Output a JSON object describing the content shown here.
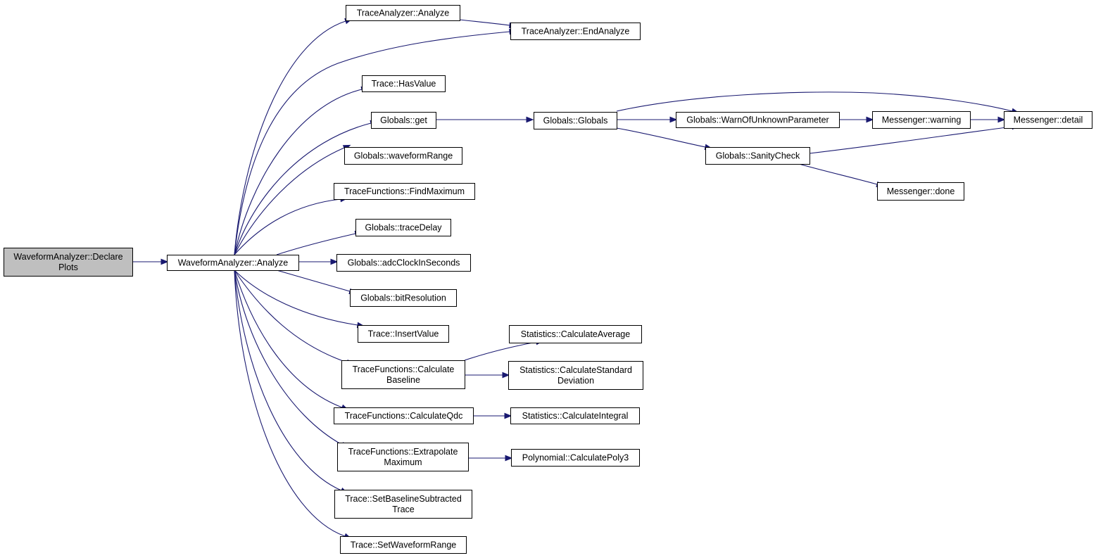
{
  "graph": {
    "nodes": [
      {
        "id": "n0",
        "lines": [
          "WaveformAnalyzer::Declare",
          "Plots"
        ],
        "root": true
      },
      {
        "id": "n1",
        "lines": [
          "WaveformAnalyzer::Analyze"
        ]
      },
      {
        "id": "n2",
        "lines": [
          "TraceAnalyzer::Analyze"
        ]
      },
      {
        "id": "n3",
        "lines": [
          "TraceAnalyzer::EndAnalyze"
        ]
      },
      {
        "id": "n4",
        "lines": [
          "Trace::HasValue"
        ]
      },
      {
        "id": "n5",
        "lines": [
          "Globals::get"
        ]
      },
      {
        "id": "n6",
        "lines": [
          "Globals::waveformRange"
        ]
      },
      {
        "id": "n7",
        "lines": [
          "TraceFunctions::FindMaximum"
        ]
      },
      {
        "id": "n8",
        "lines": [
          "Globals::traceDelay"
        ]
      },
      {
        "id": "n9",
        "lines": [
          "Globals::adcClockInSeconds"
        ]
      },
      {
        "id": "n10",
        "lines": [
          "Globals::bitResolution"
        ]
      },
      {
        "id": "n11",
        "lines": [
          "Trace::InsertValue"
        ]
      },
      {
        "id": "n12",
        "lines": [
          "TraceFunctions::Calculate",
          "Baseline"
        ]
      },
      {
        "id": "n13",
        "lines": [
          "TraceFunctions::CalculateQdc"
        ]
      },
      {
        "id": "n14",
        "lines": [
          "TraceFunctions::Extrapolate",
          "Maximum"
        ]
      },
      {
        "id": "n15",
        "lines": [
          "Trace::SetBaselineSubtracted",
          "Trace"
        ]
      },
      {
        "id": "n16",
        "lines": [
          "Trace::SetWaveformRange"
        ]
      },
      {
        "id": "n17",
        "lines": [
          "Globals::Globals"
        ]
      },
      {
        "id": "n18",
        "lines": [
          "Globals::WarnOfUnknownParameter"
        ]
      },
      {
        "id": "n19",
        "lines": [
          "Globals::SanityCheck"
        ]
      },
      {
        "id": "n20",
        "lines": [
          "Messenger::warning"
        ]
      },
      {
        "id": "n21",
        "lines": [
          "Messenger::detail"
        ]
      },
      {
        "id": "n22",
        "lines": [
          "Messenger::done"
        ]
      },
      {
        "id": "n23",
        "lines": [
          "Statistics::CalculateAverage"
        ]
      },
      {
        "id": "n24",
        "lines": [
          "Statistics::CalculateStandard",
          "Deviation"
        ]
      },
      {
        "id": "n25",
        "lines": [
          "Statistics::CalculateIntegral"
        ]
      },
      {
        "id": "n26",
        "lines": [
          "Polynomial::CalculatePoly3"
        ]
      }
    ],
    "edges": [
      {
        "from": "n0",
        "to": "n1"
      },
      {
        "from": "n1",
        "to": "n2"
      },
      {
        "from": "n1",
        "to": "n3"
      },
      {
        "from": "n1",
        "to": "n4"
      },
      {
        "from": "n1",
        "to": "n5"
      },
      {
        "from": "n1",
        "to": "n6"
      },
      {
        "from": "n1",
        "to": "n7"
      },
      {
        "from": "n1",
        "to": "n8"
      },
      {
        "from": "n1",
        "to": "n9"
      },
      {
        "from": "n1",
        "to": "n10"
      },
      {
        "from": "n1",
        "to": "n11"
      },
      {
        "from": "n1",
        "to": "n12"
      },
      {
        "from": "n1",
        "to": "n13"
      },
      {
        "from": "n1",
        "to": "n14"
      },
      {
        "from": "n1",
        "to": "n15"
      },
      {
        "from": "n1",
        "to": "n16"
      },
      {
        "from": "n2",
        "to": "n3"
      },
      {
        "from": "n5",
        "to": "n17"
      },
      {
        "from": "n17",
        "to": "n18"
      },
      {
        "from": "n17",
        "to": "n19"
      },
      {
        "from": "n17",
        "to": "n21"
      },
      {
        "from": "n18",
        "to": "n20"
      },
      {
        "from": "n20",
        "to": "n21"
      },
      {
        "from": "n19",
        "to": "n21"
      },
      {
        "from": "n19",
        "to": "n22"
      },
      {
        "from": "n12",
        "to": "n23"
      },
      {
        "from": "n12",
        "to": "n24"
      },
      {
        "from": "n13",
        "to": "n25"
      },
      {
        "from": "n14",
        "to": "n26"
      }
    ]
  }
}
